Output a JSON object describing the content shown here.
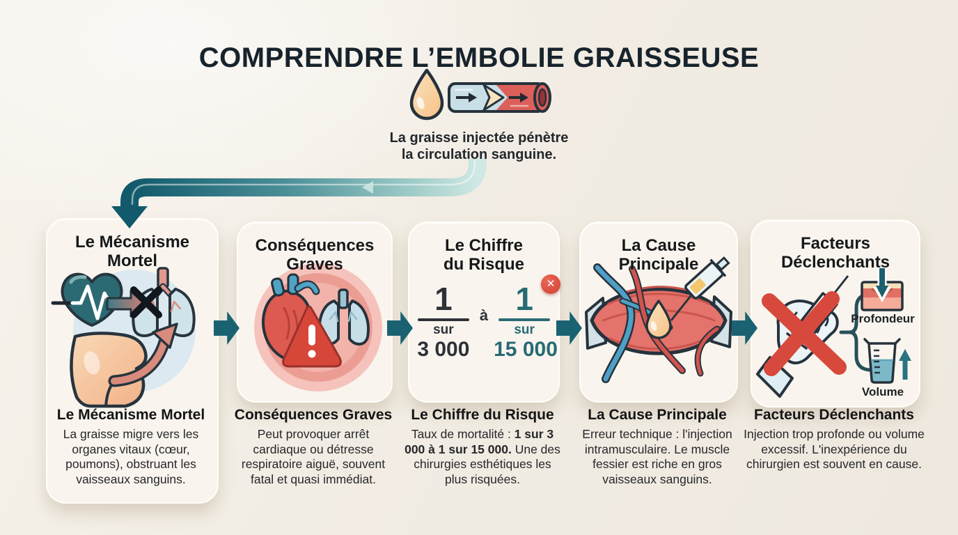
{
  "title": "COMPRENDRE L’EMBOLIE GRAISSEUSE",
  "intro": {
    "caption_line1": "La graisse injectée pénètre",
    "caption_line2": "la circulation sanguine."
  },
  "cards": [
    {
      "title_line1": "Le Mécanisme",
      "title_line2": "Mortel",
      "heading": "Le Mécanisme Mortel",
      "description": "La graisse migre vers les organes vitaux (cœur, poumons), obstruant les vaisseaux sanguins."
    },
    {
      "title_line1": "Conséquences",
      "title_line2": "Graves",
      "heading": "Conséquences Graves",
      "description": "Peut provoquer arrêt cardiaque ou détresse respiratoire aiguë, souvent fatal et quasi immédiat."
    },
    {
      "title_line1": "Le Chiffre",
      "title_line2": "du Risque",
      "heading": "Le Chiffre du Risque",
      "description_prefix": "Taux de mortalité :",
      "description_bold": "1 sur 3 000 à 1 sur 15 000.",
      "description_suffix": "Une des chirurgies esthétiques les plus risquées."
    },
    {
      "title_line1": "La Cause",
      "title_line2": "Principale",
      "heading": "La Cause Principale",
      "description": "Erreur technique : l'injection intramusculaire. Le muscle fessier est riche en gros vaisseaux sanguins."
    },
    {
      "title_line1": "Facteurs",
      "title_line2": "Déclenchants",
      "heading": "Facteurs Déclenchants",
      "description": "Injection trop profonde ou volume excessif. L'inexpérience du chirurgien est souvent en cause."
    }
  ],
  "risk_figure": {
    "numerator_left": "1",
    "unit_left": "sur",
    "denominator_left": "3 000",
    "connector": "à",
    "numerator_right": "1",
    "unit_right": "sur",
    "denominator_right": "15 000",
    "badge": "✕"
  },
  "factors": {
    "depth_label": "Profondeur",
    "volume_label": "Volume"
  },
  "icons": {
    "intro": "fat-droplet-entering-vessel",
    "flow": "down-arrow-pipe",
    "next_step": "right-arrow",
    "step1": "heart-lungs-buttocks",
    "step2": "heart-warning-lungs",
    "step3": "risk-fraction",
    "step4": "muscle-injection",
    "step5": "crossed-syringe-depth-volume",
    "badge": "x-mark"
  },
  "colors": {
    "background": "#f2ede4",
    "card": "#f9f5ee",
    "ink": "#17232c",
    "teal_dark": "#156070",
    "teal_text": "#266b74",
    "red_badge": "#d8493c",
    "red_warning": "#d6473a"
  }
}
